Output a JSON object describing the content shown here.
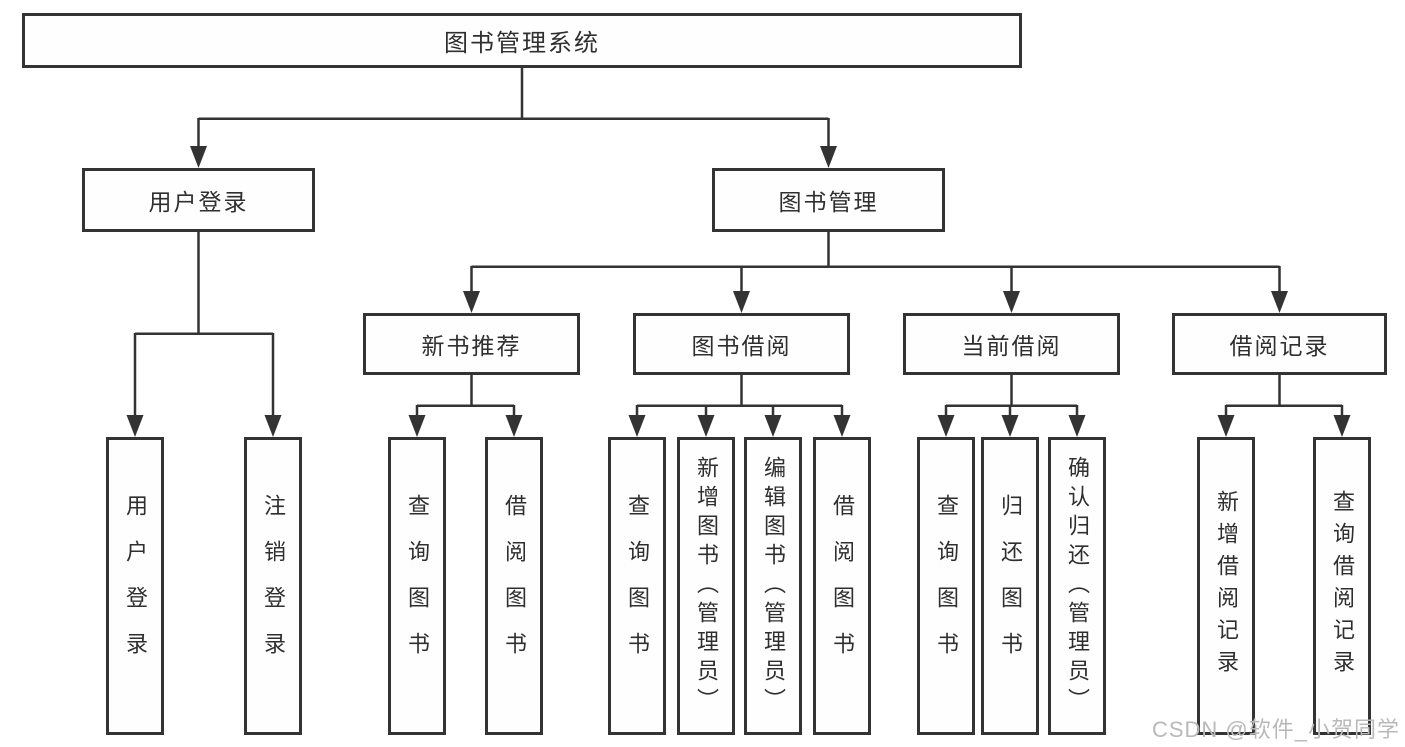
{
  "colors": {
    "background": "#ffffff",
    "box_border": "#333333",
    "line": "#333333",
    "text": "#2f2f2f",
    "watermark": "#b9b9b9"
  },
  "diagram": {
    "root": {
      "label": "图书管理系统"
    },
    "level2": {
      "user_login": {
        "label": "用户登录"
      },
      "book_management": {
        "label": "图书管理"
      }
    },
    "level3": {
      "new_book_recommend": {
        "label": "新书推荐"
      },
      "book_borrowing": {
        "label": "图书借阅"
      },
      "current_borrowing": {
        "label": "当前借阅"
      },
      "borrowing_records": {
        "label": "借阅记录"
      }
    },
    "leaves": {
      "user_login_action": {
        "label": "用户登录"
      },
      "logout": {
        "label": "注销登录"
      },
      "recommend_query_books": {
        "label": "查询图书"
      },
      "recommend_borrow_books": {
        "label": "借阅图书"
      },
      "borrow_query_books": {
        "label": "查询图书"
      },
      "borrow_add_books_admin": {
        "label": "新增图书（管理员）"
      },
      "borrow_edit_books_admin": {
        "label": "编辑图书（管理员）"
      },
      "borrow_borrow_books": {
        "label": "借阅图书"
      },
      "current_query_books": {
        "label": "查询图书"
      },
      "current_return_books": {
        "label": "归还图书"
      },
      "current_confirm_return_admin": {
        "label": "确认归还（管理员）"
      },
      "records_add_record": {
        "label": "新增借阅记录"
      },
      "records_query_record": {
        "label": "查询借阅记录"
      }
    }
  },
  "watermark": {
    "text": "CSDN @软件_小贺同学"
  }
}
